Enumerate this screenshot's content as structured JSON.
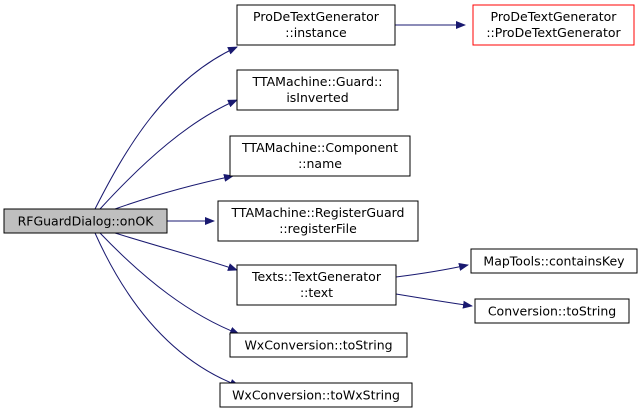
{
  "colors": {
    "edge": "#191970",
    "node_border": "#000000",
    "root_fill": "#bfbfbf",
    "highlight_border": "#ff0000",
    "node_fill": "#ffffff"
  },
  "nodes": {
    "root": {
      "lines": [
        "RFGuardDialog::onOK"
      ]
    },
    "instance": {
      "lines": [
        "ProDeTextGenerator",
        "::instance"
      ]
    },
    "ctor": {
      "lines": [
        "ProDeTextGenerator",
        "::ProDeTextGenerator"
      ]
    },
    "isInverted": {
      "lines": [
        "TTAMachine::Guard::",
        "isInverted"
      ]
    },
    "name": {
      "lines": [
        "TTAMachine::Component",
        "::name"
      ]
    },
    "registerFile": {
      "lines": [
        "TTAMachine::RegisterGuard",
        "::registerFile"
      ]
    },
    "text": {
      "lines": [
        "Texts::TextGenerator",
        "::text"
      ]
    },
    "containsKey": {
      "lines": [
        "MapTools::containsKey"
      ]
    },
    "convToString": {
      "lines": [
        "Conversion::toString"
      ]
    },
    "wxToString": {
      "lines": [
        "WxConversion::toString"
      ]
    },
    "wxToWxString": {
      "lines": [
        "WxConversion::toWxString"
      ]
    }
  }
}
